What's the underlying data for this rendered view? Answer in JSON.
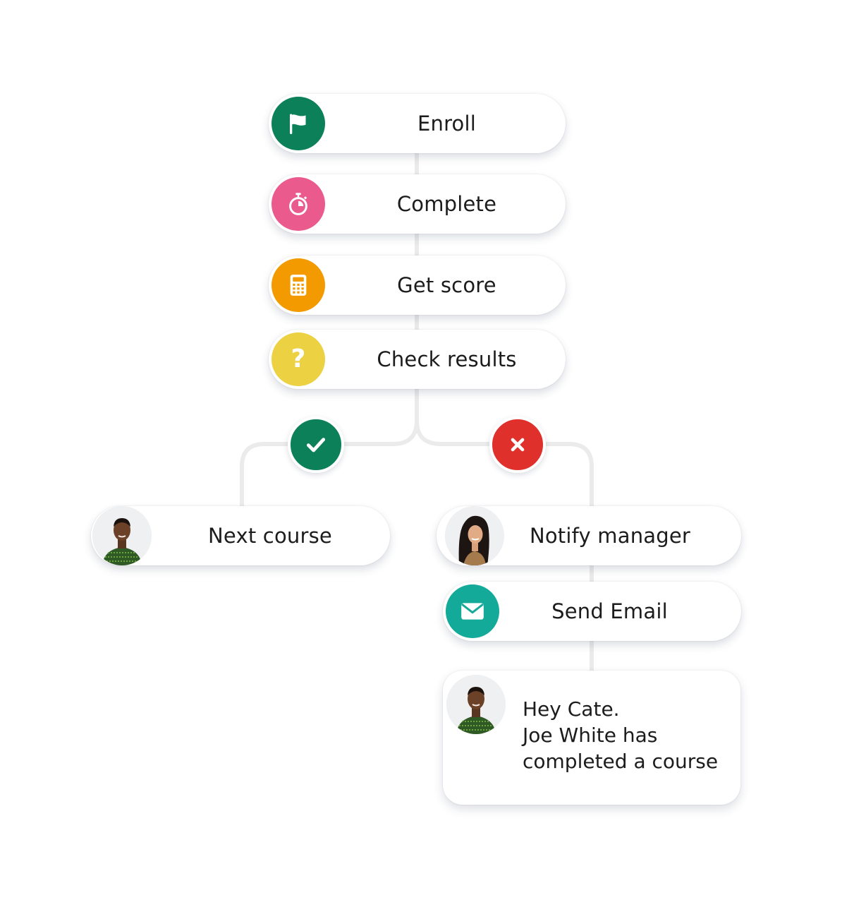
{
  "colors": {
    "enroll": "#0c8058",
    "complete": "#ea5a8d",
    "score": "#f29a00",
    "check": "#ecd143",
    "pass": "#0c8058",
    "fail": "#e0302c",
    "email": "#13aa9a",
    "connector": "#ebebeb"
  },
  "steps": [
    {
      "label": "Enroll",
      "icon": "flag-icon"
    },
    {
      "label": "Complete",
      "icon": "stopwatch-icon"
    },
    {
      "label": "Get score",
      "icon": "calculator-icon"
    },
    {
      "label": "Check results",
      "icon": "question-mark-icon"
    }
  ],
  "branches": {
    "pass": {
      "icon": "checkmark-icon",
      "action": {
        "label": "Next course",
        "icon": "avatar-learner"
      }
    },
    "fail": {
      "icon": "cross-icon",
      "actions": [
        {
          "label": "Notify manager",
          "icon": "avatar-manager"
        },
        {
          "label": "Send Email",
          "icon": "envelope-icon"
        }
      ]
    }
  },
  "message": {
    "lines": [
      "Hey Cate.",
      "Joe White has",
      "completed a course"
    ],
    "icon": "avatar-learner"
  }
}
